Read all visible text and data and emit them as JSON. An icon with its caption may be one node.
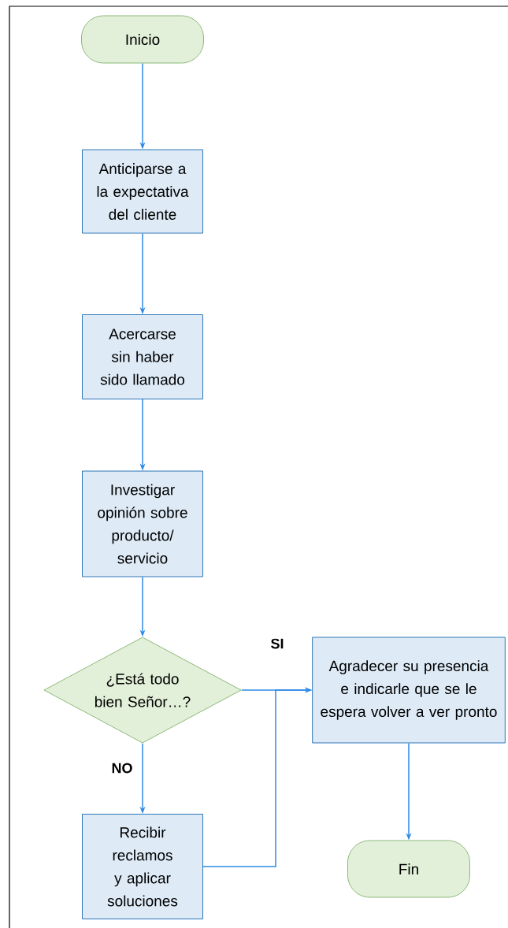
{
  "diagram": {
    "nodes": [
      {
        "text": [
          "Inicio"
        ]
      },
      {
        "text": [
          "Anticiparse a la expectativa del cliente"
        ]
      },
      {
        "text": [
          "Acercarse sin haber sido llamado"
        ]
      },
      {
        "text": [
          "Investigar opinión sobre producto/ servicio"
        ]
      },
      {
        "text": [
          "¿Está todo bien Señor…?"
        ]
      },
      {
        "text": [
          "Agradecer su presencia e indicarle que se le espera volver a ver pronto"
        ]
      },
      {
        "text": [
          "Recibir reclamos y aplicar soluciones"
        ]
      },
      {
        "text": [
          "Fin"
        ]
      }
    ],
    "edges": [
      {
        "from": 0,
        "to": 1,
        "arrow": "to"
      },
      {
        "from": 1,
        "to": 2,
        "arrow": "to"
      },
      {
        "from": 2,
        "to": 3,
        "arrow": "to"
      },
      {
        "from": 3,
        "to": 4,
        "arrow": "to"
      },
      {
        "from": 4,
        "to": 5,
        "arrow": "to",
        "label": "SI"
      },
      {
        "from": 4,
        "to": 6,
        "arrow": "to",
        "label": "NO"
      },
      {
        "from": 6,
        "to": 5,
        "arrow": "to"
      },
      {
        "from": 5,
        "to": 7,
        "arrow": "to"
      }
    ]
  }
}
